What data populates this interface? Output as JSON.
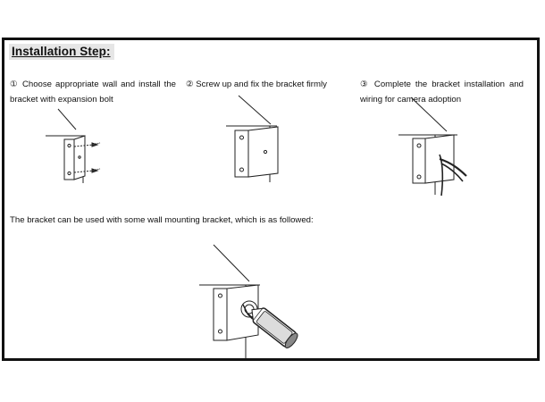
{
  "title": "Installation Step:",
  "steps": [
    {
      "text": "① Choose appropriate wall and install the bracket with expansion bolt"
    },
    {
      "text": "② Screw up and fix the bracket firmly"
    },
    {
      "text": "③ Complete the bracket installation and wiring for camera adoption"
    }
  ],
  "note": "The bracket can be used with some wall mounting bracket, which is as followed:",
  "illustrations": [
    {
      "name": "bracket-with-expansion-bolts-icon"
    },
    {
      "name": "bracket-fixed-icon"
    },
    {
      "name": "bracket-with-wiring-icon"
    },
    {
      "name": "camera-on-bracket-icon"
    }
  ]
}
